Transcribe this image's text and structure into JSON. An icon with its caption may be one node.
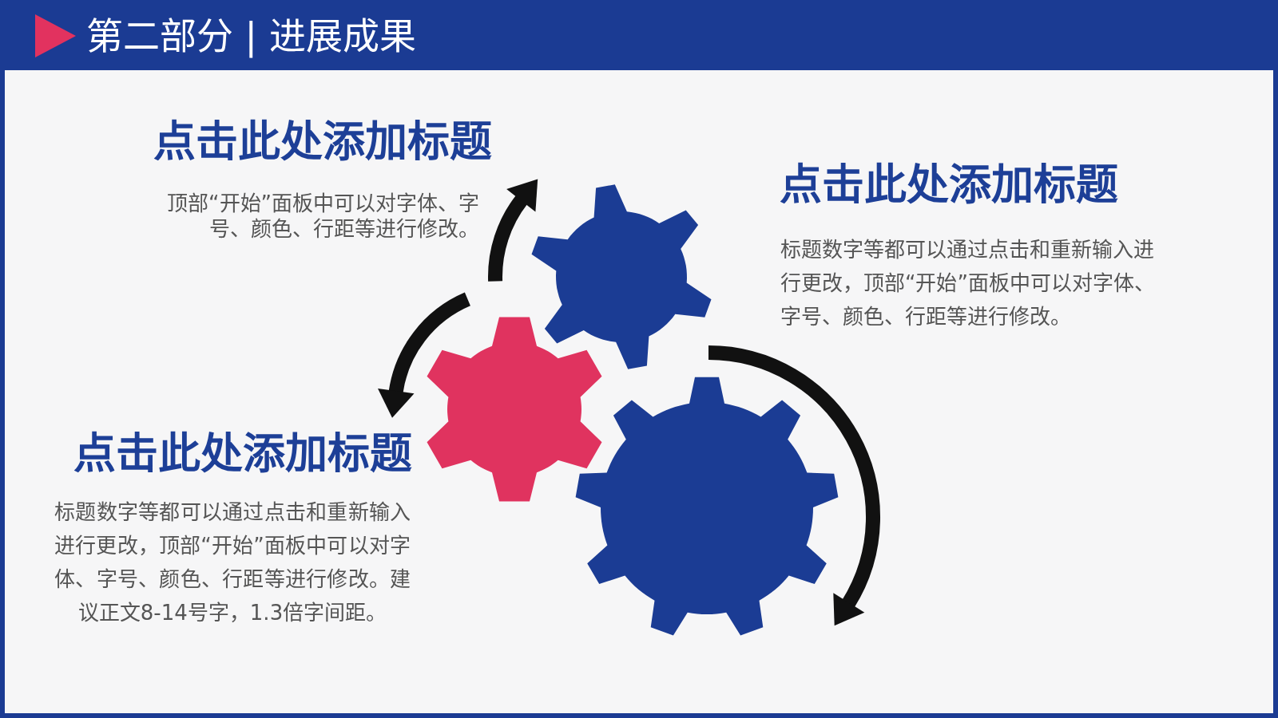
{
  "diagram": {
    "title": "第二部分 | 进展成果",
    "labels": [
      "点击此处添加标题",
      "顶部“开始”面板中可以对字体、字号、颜色、行距等进行修改。",
      "点击此处添加标题",
      "标题数字等都可以通过点击和重新输入进行更改，顶部“开始”面板中可以对字体、字号、颜色、行距等进行修改。",
      "点击此处添加标题",
      "标题数字等都可以通过点击和重新输入进行更改，顶部“开始”面板中可以对字体、字号、颜色、行距等进行修改。建议正文8-14号字，1.3倍字间距。"
    ]
  }
}
